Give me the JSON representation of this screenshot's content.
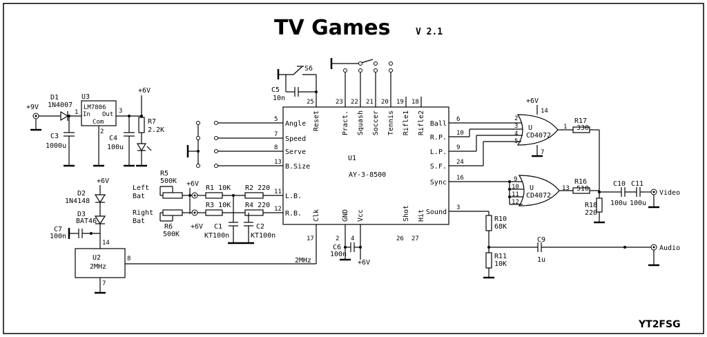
{
  "title": "TV Games",
  "version": "V 2.1",
  "author": "YT2FSG",
  "power": {
    "plus9": "+9V",
    "plus6": "+6V"
  },
  "components": {
    "d1": {
      "ref": "D1",
      "part": "1N4007"
    },
    "u3": {
      "ref": "U3",
      "part": "LM7806",
      "pin_in": "In",
      "pin_out": "Out",
      "pin_com": "Com",
      "n_in": "1",
      "n_out": "3",
      "n_com": "2"
    },
    "c3": {
      "ref": "C3",
      "value": "1000u"
    },
    "c4": {
      "ref": "C4",
      "value": "100u"
    },
    "r7": {
      "ref": "R7",
      "value": "2.2K"
    },
    "s6": {
      "ref": "S6"
    },
    "c5": {
      "ref": "C5",
      "value": "10n"
    },
    "d2": {
      "ref": "D2",
      "part": "1N4148"
    },
    "d3": {
      "ref": "D3",
      "part": "BAT46"
    },
    "c7": {
      "ref": "C7",
      "value": "100n"
    },
    "u2": {
      "ref": "U2",
      "part": "2MHz",
      "n_vcc": "14",
      "n_out": "8",
      "n_gnd": "7"
    },
    "r5": {
      "ref": "R5",
      "value": "500K"
    },
    "r6": {
      "ref": "R6",
      "value": "500K"
    },
    "r1": {
      "ref": "R1",
      "value": "10K"
    },
    "r2": {
      "ref": "R2",
      "value": "220"
    },
    "r3": {
      "ref": "R3",
      "value": "10K"
    },
    "r4": {
      "ref": "R4",
      "value": "220"
    },
    "c1": {
      "ref": "C1",
      "value": "KT100n"
    },
    "c2": {
      "ref": "C2",
      "value": "KT100n"
    },
    "c6": {
      "ref": "C6",
      "value": "100n"
    },
    "r17": {
      "ref": "R17",
      "value": "330"
    },
    "r16": {
      "ref": "R16",
      "value": "510"
    },
    "r18": {
      "ref": "R18",
      "value": "220"
    },
    "c10": {
      "ref": "C10",
      "value": "100u"
    },
    "c11": {
      "ref": "C11",
      "value": "100u"
    },
    "r10": {
      "ref": "R10",
      "value": "68K"
    },
    "r11": {
      "ref": "R11",
      "value": "10K"
    },
    "c9": {
      "ref": "C9",
      "value": "1u"
    },
    "ua": {
      "ref": "U",
      "part": "CD4072",
      "inputs": [
        "2",
        "3",
        "4",
        "5"
      ],
      "out": "1",
      "vcc": "14",
      "gnd": "7"
    },
    "ub": {
      "ref": "U",
      "part": "CD4072",
      "inputs": [
        "9",
        "10",
        "11",
        "12"
      ],
      "out": "13"
    }
  },
  "bats": {
    "left": [
      "Left",
      "Bat"
    ],
    "right": [
      "Right",
      "Bat"
    ]
  },
  "u1": {
    "ref": "U1",
    "part": "AY-3-8500",
    "left_pins": [
      {
        "label": "Angle",
        "num": "5"
      },
      {
        "label": "Speed",
        "num": "7"
      },
      {
        "label": "Serve",
        "num": "8"
      },
      {
        "label": "B.Size",
        "num": "13"
      },
      {
        "label": "L.B.",
        "num": "11"
      },
      {
        "label": "R.B.",
        "num": "12"
      }
    ],
    "top_pins": [
      {
        "label": "Reset",
        "num": "25"
      },
      {
        "label": "Pract.",
        "num": "23"
      },
      {
        "label": "Squash",
        "num": "22"
      },
      {
        "label": "Soccer",
        "num": "21"
      },
      {
        "label": "Tennis",
        "num": "20"
      },
      {
        "label": "Rifle1",
        "num": "19"
      },
      {
        "label": "Rifle2",
        "num": "18"
      }
    ],
    "right_pins": [
      {
        "label": "Ball",
        "num": "6"
      },
      {
        "label": "R.P.",
        "num": "10"
      },
      {
        "label": "L.P.",
        "num": "9"
      },
      {
        "label": "S.F.",
        "num": "24"
      },
      {
        "label": "Sync",
        "num": "16"
      },
      {
        "label": "Sound",
        "num": "3"
      }
    ],
    "bottom_pins": [
      {
        "label": "Clk",
        "num": "17"
      },
      {
        "label": "GND",
        "num": "2"
      },
      {
        "label": "Vcc",
        "num": "4"
      },
      {
        "label": "Shot",
        "num": "26"
      },
      {
        "label": "Hit",
        "num": "27"
      }
    ]
  },
  "nets": {
    "clock": "2MHz"
  },
  "outputs": {
    "video": "Video",
    "audio": "Audio"
  }
}
